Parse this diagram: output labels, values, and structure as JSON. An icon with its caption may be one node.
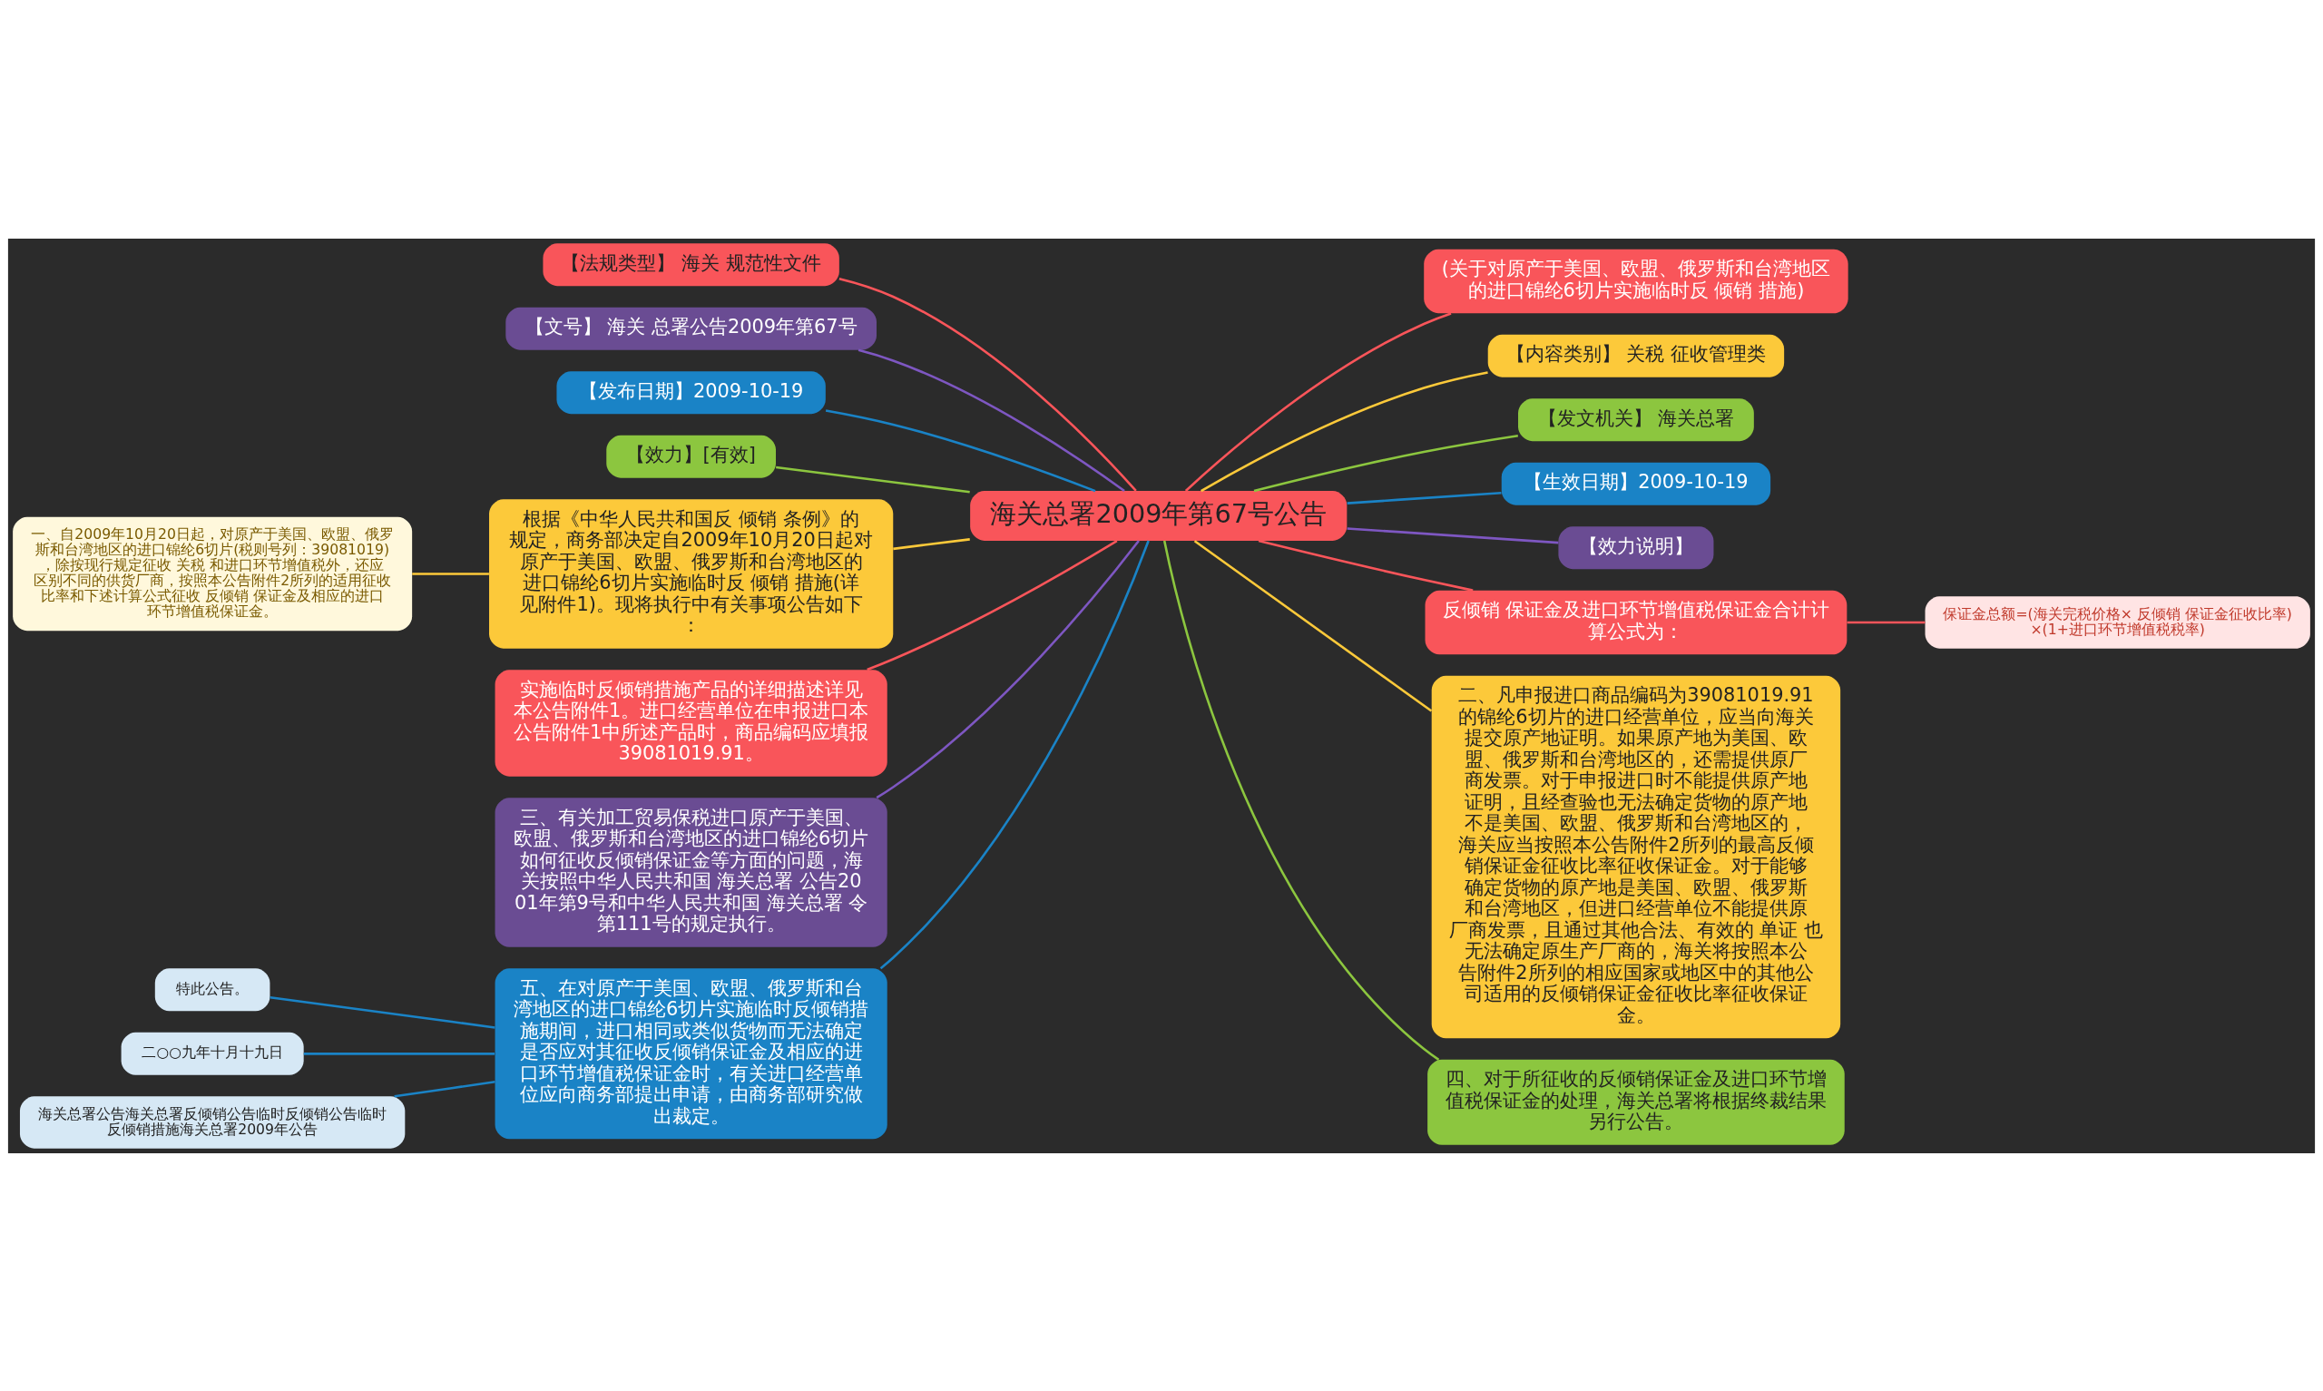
{
  "diagram": {
    "nodes": [
      {
        "text": [
          "海关总署2009年第67号公告"
        ]
      },
      {
        "text": [
          "【法规类型】 海关 规范性文件"
        ]
      },
      {
        "text": [
          "【文号】 海关 总署公告2009年第67号"
        ]
      },
      {
        "text": [
          "【发布日期】2009-10-19"
        ]
      },
      {
        "text": [
          "【效力】[有效]"
        ]
      },
      {
        "text": [
          "根据《中华人民共和国反 倾销 条例》的规定，商务部决定自2009年10月20日起对原产于美国、欧盟、俄罗斯和台湾地区的进口锦纶6切片实施临时反 倾销 措施(详见附件1)。现将执行中有关事项公告如下："
        ]
      },
      {
        "text": [
          "一、自2009年10月20日起，对原产于美国、欧盟、俄罗斯和台湾地区的进口锦纶6切片(税则号列：39081019)，除按现行规定征收 关税 和进口环节增值税外，还应区别不同的供货厂商，按照本公告附件2所列的适用征收比率和下述计算公式征收 反倾销 保证金及相应的进口环节增值税保证金。"
        ]
      },
      {
        "text": [
          "实施临时反倾销措施产品的详细描述详见本公告附件1。进口经营单位在申报进口本公告附件1中所述产品时，商品编码应填报39081019.91。"
        ]
      },
      {
        "text": [
          "三、有关加工贸易保税进口原产于美国、欧盟、俄罗斯和台湾地区的进口锦纶6切片如何征收反倾销保证金等方面的问题，海关按照中华人民共和国 海关总署 公告2001年第9号和中华人民共和国 海关总署 令第111号的规定执行。"
        ]
      },
      {
        "text": [
          "五、在对原产于美国、欧盟、俄罗斯和台湾地区的进口锦纶6切片实施临时反倾销措施期间，进口相同或类似货物而无法确定是否应对其征收反倾销保证金及相应的进口环节增值税保证金时，有关进口经营单位应向商务部提出申请，由商务部研究做出裁定。"
        ]
      },
      {
        "text": [
          "特此公告。"
        ]
      },
      {
        "text": [
          "二○○九年十月十九日"
        ]
      },
      {
        "text": [
          "海关总署公告海关总署反倾销公告临时反倾销公告临时反倾销措施海关总署2009年公告"
        ]
      },
      {
        "text": [
          "(关于对原产于美国、欧盟、俄罗斯和台湾地区的进口锦纶6切片实施临时反 倾销 措施)"
        ]
      },
      {
        "text": [
          "【内容类别】 关税 征收管理类"
        ]
      },
      {
        "text": [
          "【发文机关】 海关总署"
        ]
      },
      {
        "text": [
          "【生效日期】2009-10-19"
        ]
      },
      {
        "text": [
          "【效力说明】"
        ]
      },
      {
        "text": [
          "反倾销 保证金及进口环节增值税保证金合计计算公式为："
        ]
      },
      {
        "text": [
          "保证金总额=(海关完税价格× 反倾销 保证金征收比率)×(1+进口环节增值税税率)"
        ]
      },
      {
        "text": [
          "二、凡申报进口商品编码为39081019.91的锦纶6切片的进口经营单位，应当向海关提交原产地证明。如果原产地为美国、欧盟、俄罗斯和台湾地区的，还需提供原厂商发票。对于申报进口时不能提供原产地证明，且经查验也无法确定货物的原产地不是美国、欧盟、俄罗斯和台湾地区的，海关应当按照本公告附件2所列的最高反倾销保证金征收比率征收保证金。对于能够确定货物的原产地是美国、欧盟、俄罗斯和台湾地区，但进口经营单位不能提供原厂商发票，且通过其他合法、有效的 单证 也无法确定原生产厂商的，海关将按照本公告附件2所列的相应国家或地区中的其他公司适用的反倾销保证金征收比率征收保证金。"
        ]
      },
      {
        "text": [
          "四、对于所征收的反倾销保证金及进口环节增值税保证金的处理，海关总署将根据终裁结果另行公告。"
        ]
      }
    ],
    "edges": [
      {
        "from": 0,
        "to": 1,
        "arrow": "none",
        "color": "#f9555a"
      },
      {
        "from": 0,
        "to": 2,
        "arrow": "none",
        "color": "#7e57c2"
      },
      {
        "from": 0,
        "to": 3,
        "arrow": "none",
        "color": "#1a83c6"
      },
      {
        "from": 0,
        "to": 4,
        "arrow": "none",
        "color": "#8cc63f"
      },
      {
        "from": 0,
        "to": 5,
        "arrow": "none",
        "color": "#fcc93a"
      },
      {
        "from": 5,
        "to": 6,
        "arrow": "none",
        "color": "#fcc93a"
      },
      {
        "from": 0,
        "to": 7,
        "arrow": "none",
        "color": "#f9555a"
      },
      {
        "from": 0,
        "to": 8,
        "arrow": "none",
        "color": "#7e57c2"
      },
      {
        "from": 0,
        "to": 9,
        "arrow": "none",
        "color": "#1a83c6"
      },
      {
        "from": 9,
        "to": 10,
        "arrow": "none",
        "color": "#1a83c6"
      },
      {
        "from": 9,
        "to": 11,
        "arrow": "none",
        "color": "#1a83c6"
      },
      {
        "from": 9,
        "to": 12,
        "arrow": "none",
        "color": "#1a83c6"
      },
      {
        "from": 0,
        "to": 13,
        "arrow": "none",
        "color": "#f9555a"
      },
      {
        "from": 0,
        "to": 14,
        "arrow": "none",
        "color": "#fcc93a"
      },
      {
        "from": 0,
        "to": 15,
        "arrow": "none",
        "color": "#8cc63f"
      },
      {
        "from": 0,
        "to": 16,
        "arrow": "none",
        "color": "#1a83c6"
      },
      {
        "from": 0,
        "to": 17,
        "arrow": "none",
        "color": "#7e57c2"
      },
      {
        "from": 0,
        "to": 18,
        "arrow": "none",
        "color": "#f9555a"
      },
      {
        "from": 18,
        "to": 19,
        "arrow": "none",
        "color": "#f9555a"
      },
      {
        "from": 0,
        "to": 20,
        "arrow": "none",
        "color": "#fcc93a"
      },
      {
        "from": 0,
        "to": 21,
        "arrow": "none",
        "color": "#8cc63f"
      }
    ]
  }
}
